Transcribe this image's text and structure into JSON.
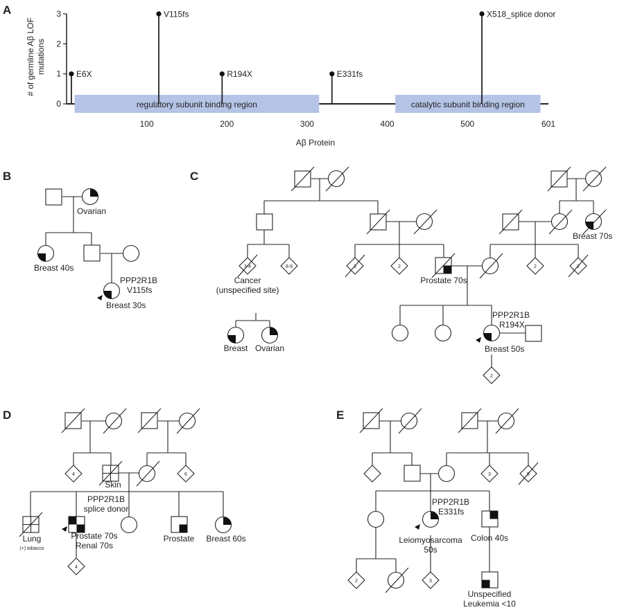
{
  "panels": {
    "a": "A",
    "b": "B",
    "c": "C",
    "d": "D",
    "e": "E"
  },
  "chart_data": {
    "type": "lollipop",
    "ylabel_line1": "# of germline Aβ LOF",
    "ylabel_line2": "mutations",
    "xlabel": "Aβ Protein",
    "ylim": [
      0,
      3
    ],
    "yticks": [
      "0",
      "1",
      "2",
      "3"
    ],
    "xlim": [
      0,
      601
    ],
    "xticks": [
      {
        "value": 100,
        "label": "100"
      },
      {
        "value": 200,
        "label": "200"
      },
      {
        "value": 300,
        "label": "300"
      },
      {
        "value": 400,
        "label": "400"
      },
      {
        "value": 500,
        "label": "500"
      },
      {
        "value": 601,
        "label": "601"
      }
    ],
    "mutations": [
      {
        "position": 6,
        "count": 1,
        "label": "E6X"
      },
      {
        "position": 115,
        "count": 3,
        "label": "V115fs"
      },
      {
        "position": 194,
        "count": 1,
        "label": "R194X"
      },
      {
        "position": 331,
        "count": 1,
        "label": "E331fs"
      },
      {
        "position": 518,
        "count": 3,
        "label": "X518_splice donor"
      }
    ],
    "regions": [
      {
        "start": 10,
        "end": 315,
        "label": "regulatory subunit binding region",
        "color": "#b4c3e6"
      },
      {
        "start": 410,
        "end": 591,
        "label": "catalytic subunit binding region",
        "color": "#b4c3e6"
      }
    ]
  },
  "pedigree_b": {
    "ovarian": "Ovarian",
    "breast40": "Breast 40s",
    "gene": "PPP2R1B",
    "variant": "V115fs",
    "breast30": "Breast 30s"
  },
  "pedigree_c": {
    "n34": "3-4",
    "n89": "8-9",
    "n3": "3",
    "n2a": "2",
    "n2b": "2",
    "n2c": "2",
    "n2d": "2",
    "cancer": "Cancer",
    "unspecified": "(unspecified site)",
    "breast": "Breast",
    "ovarian": "Ovarian",
    "prostate70": "Prostate 70s",
    "breast70": "Breast 70s",
    "gene": "PPP2R1B",
    "variant": "R194X",
    "breast50": "Breast 50s"
  },
  "pedigree_d": {
    "n4": "4",
    "n6": "6",
    "n4b": "4",
    "skin": "Skin",
    "gene": "PPP2R1B",
    "variant": "splice donor",
    "lung": "Lung",
    "tobacco": "(+) tobacco",
    "prostate70": "Prostate 70s",
    "renal70": "Renal 70s",
    "prostate": "Prostate",
    "breast60": "Breast 60s"
  },
  "pedigree_e": {
    "n3": "3",
    "n5": "5",
    "n2": "2",
    "n3b": "3",
    "gene": "PPP2R1B",
    "variant": "E331fs",
    "leio": "Leiomyosarcoma",
    "leio_age": "50s",
    "colon40": "Colon 40s",
    "unspecified": "Unspecified",
    "leukemia": "Leukemia <10"
  }
}
